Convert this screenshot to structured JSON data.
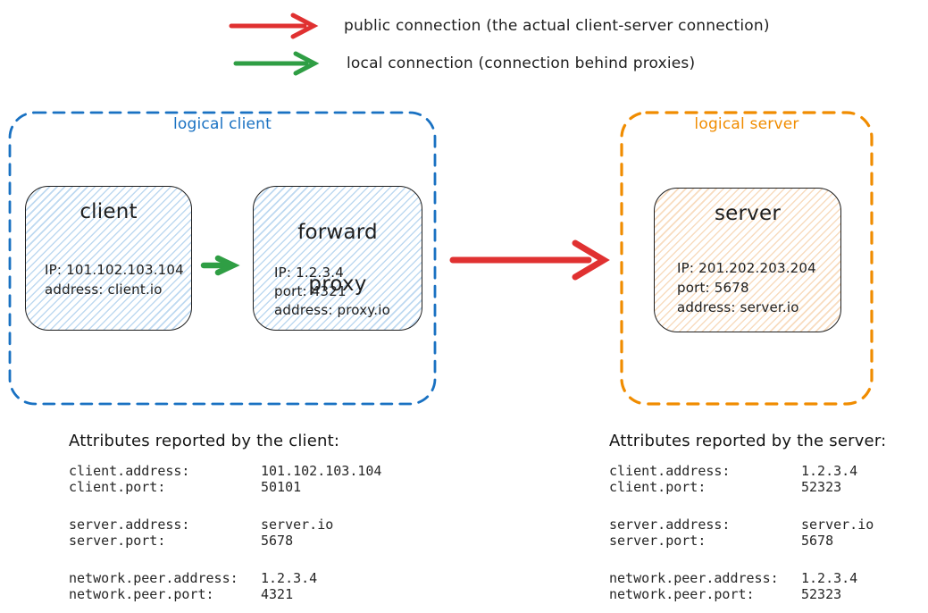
{
  "colors": {
    "blue": "#1971c2",
    "orange": "#f08c00",
    "red": "#e03131",
    "green": "#2f9e44",
    "ink": "#1e1e1e"
  },
  "legend": {
    "public": {
      "arrow": "red-arrow",
      "label": "public connection (the actual client-server connection)"
    },
    "local": {
      "arrow": "green-arrow",
      "label": "local connection (connection behind proxies)"
    }
  },
  "logical_client": {
    "title": "logical client",
    "client_node": {
      "title": "client",
      "lines": [
        "IP: 101.102.103.104",
        "address: client.io"
      ]
    },
    "proxy_node": {
      "title_lines": [
        "forward",
        "proxy"
      ],
      "lines": [
        "IP: 1.2.3.4",
        "port: 4321",
        "address: proxy.io"
      ]
    }
  },
  "logical_server": {
    "title": "logical server",
    "server_node": {
      "title": "server",
      "lines": [
        "IP: 201.202.203.204",
        "port: 5678",
        "address: server.io"
      ]
    }
  },
  "client_attributes": {
    "heading": "Attributes reported by the client:",
    "rows": [
      {
        "label": "client.address:",
        "value": "101.102.103.104"
      },
      {
        "label": "client.port:",
        "value": "50101"
      },
      {
        "label": "server.address:",
        "value": "server.io"
      },
      {
        "label": "server.port:",
        "value": "5678"
      },
      {
        "label": "network.peer.address:",
        "value": "1.2.3.4"
      },
      {
        "label": "network.peer.port:",
        "value": "4321"
      }
    ]
  },
  "server_attributes": {
    "heading": "Attributes reported by the server:",
    "rows": [
      {
        "label": "client.address:",
        "value": "1.2.3.4"
      },
      {
        "label": "client.port:",
        "value": "52323"
      },
      {
        "label": "server.address:",
        "value": "server.io"
      },
      {
        "label": "server.port:",
        "value": "5678"
      },
      {
        "label": "network.peer.address:",
        "value": "1.2.3.4"
      },
      {
        "label": "network.peer.port:",
        "value": "52323"
      }
    ]
  }
}
